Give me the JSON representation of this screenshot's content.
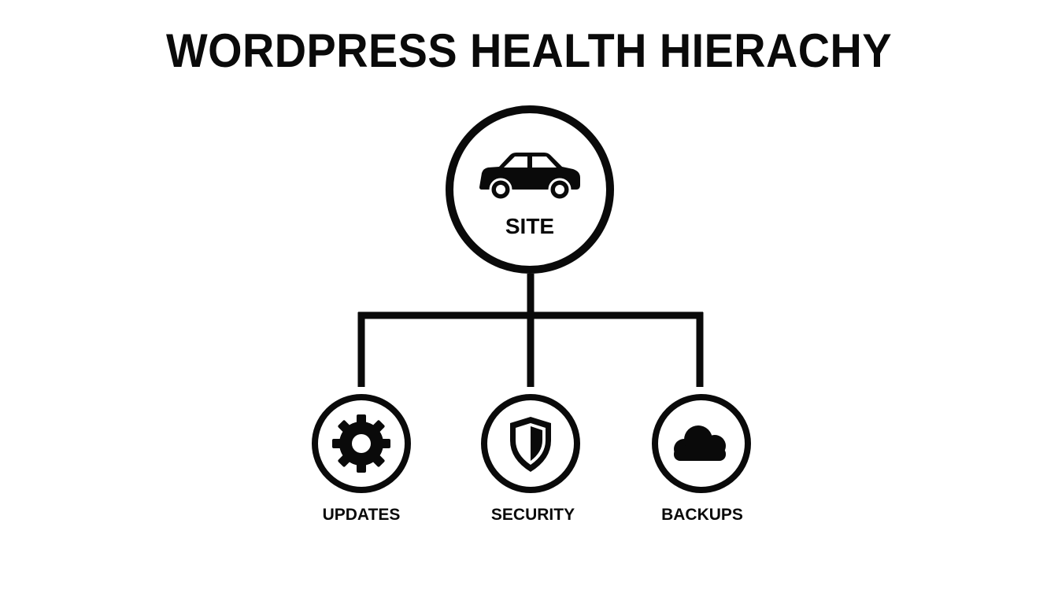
{
  "title": "WORDPRESS HEALTH HIERACHY",
  "root": {
    "label": "SITE",
    "icon": "car-icon"
  },
  "children": [
    {
      "label": "UPDATES",
      "icon": "gear-icon"
    },
    {
      "label": "SECURITY",
      "icon": "shield-icon"
    },
    {
      "label": "BACKUPS",
      "icon": "cloud-icon"
    }
  ],
  "colors": {
    "ink": "#0a0a0a",
    "background": "#ffffff"
  }
}
